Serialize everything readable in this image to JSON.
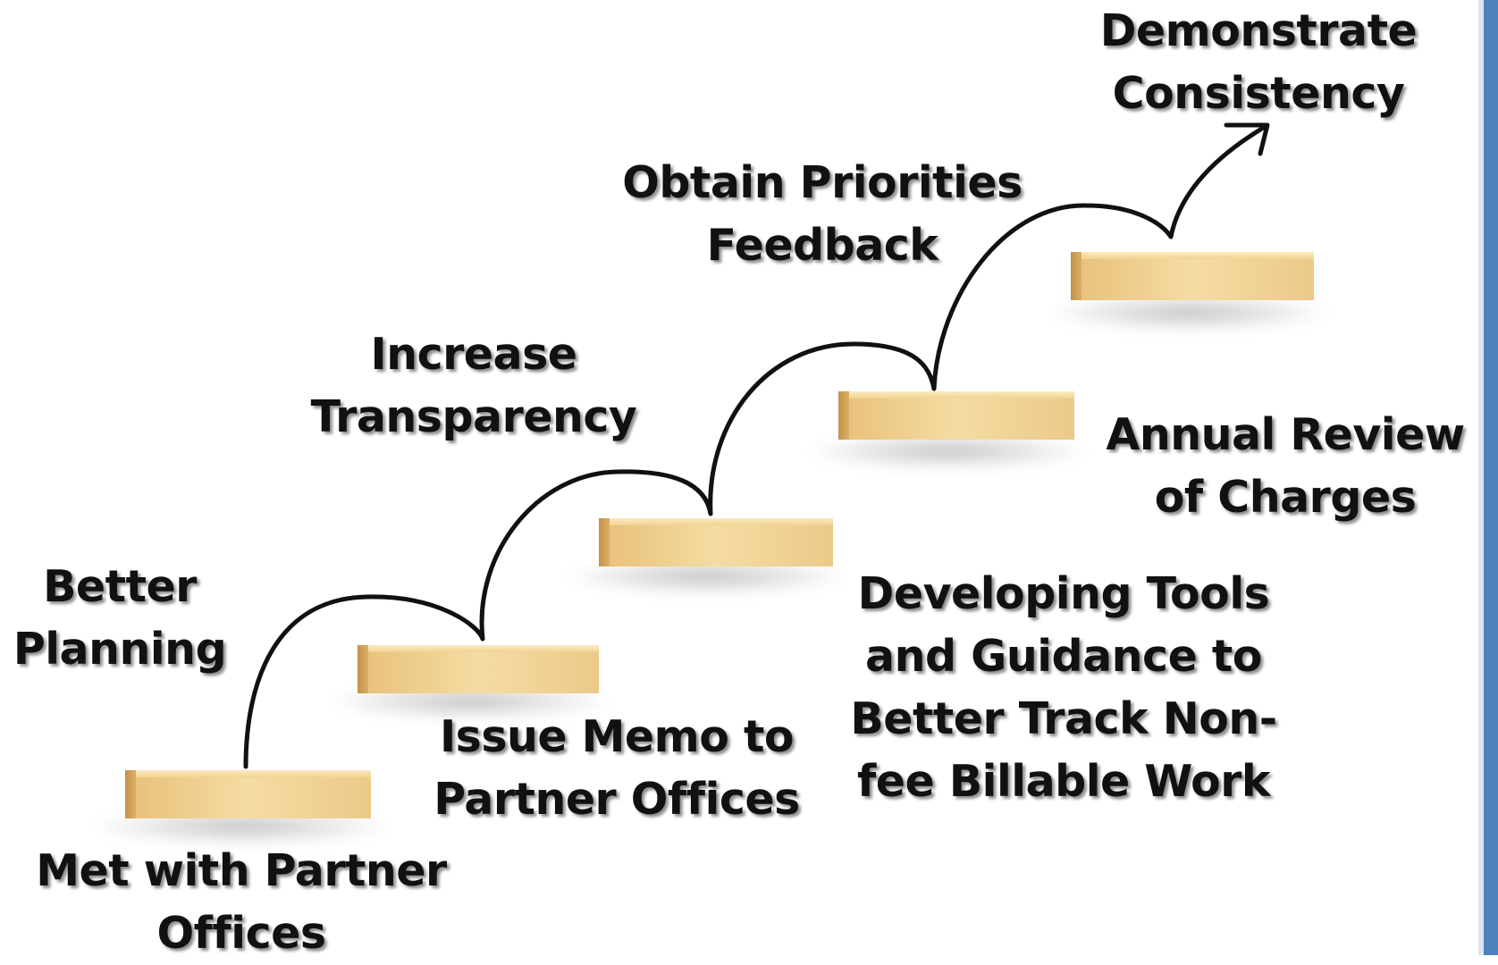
{
  "diagram": {
    "steps": [
      {
        "id": "step-1",
        "lines": [
          "Met with Partner",
          "Offices"
        ]
      },
      {
        "id": "step-2",
        "lines": [
          "Issue Memo to",
          "Partner Offices"
        ]
      },
      {
        "id": "step-3",
        "lines": [
          "Developing Tools",
          "and Guidance to",
          "Better Track Non-",
          "fee Billable Work"
        ]
      },
      {
        "id": "step-4",
        "lines": [
          "Annual Review",
          "of Charges"
        ]
      }
    ],
    "goals": [
      {
        "id": "goal-1",
        "lines": [
          "Better",
          "Planning"
        ]
      },
      {
        "id": "goal-2",
        "lines": [
          "Increase",
          "Transparency"
        ]
      },
      {
        "id": "goal-3",
        "lines": [
          "Obtain Priorities",
          "Feedback"
        ]
      },
      {
        "id": "goal-4",
        "lines": [
          "Demonstrate",
          "Consistency"
        ]
      }
    ],
    "colors": {
      "text": "#111111",
      "arrow": "#111111",
      "block_light": "#f6dfa6",
      "block_mid": "#ecc67f",
      "block_dark": "#c99a52",
      "border": "#4f81bd"
    },
    "arrow_icon": "curved-arrow"
  }
}
